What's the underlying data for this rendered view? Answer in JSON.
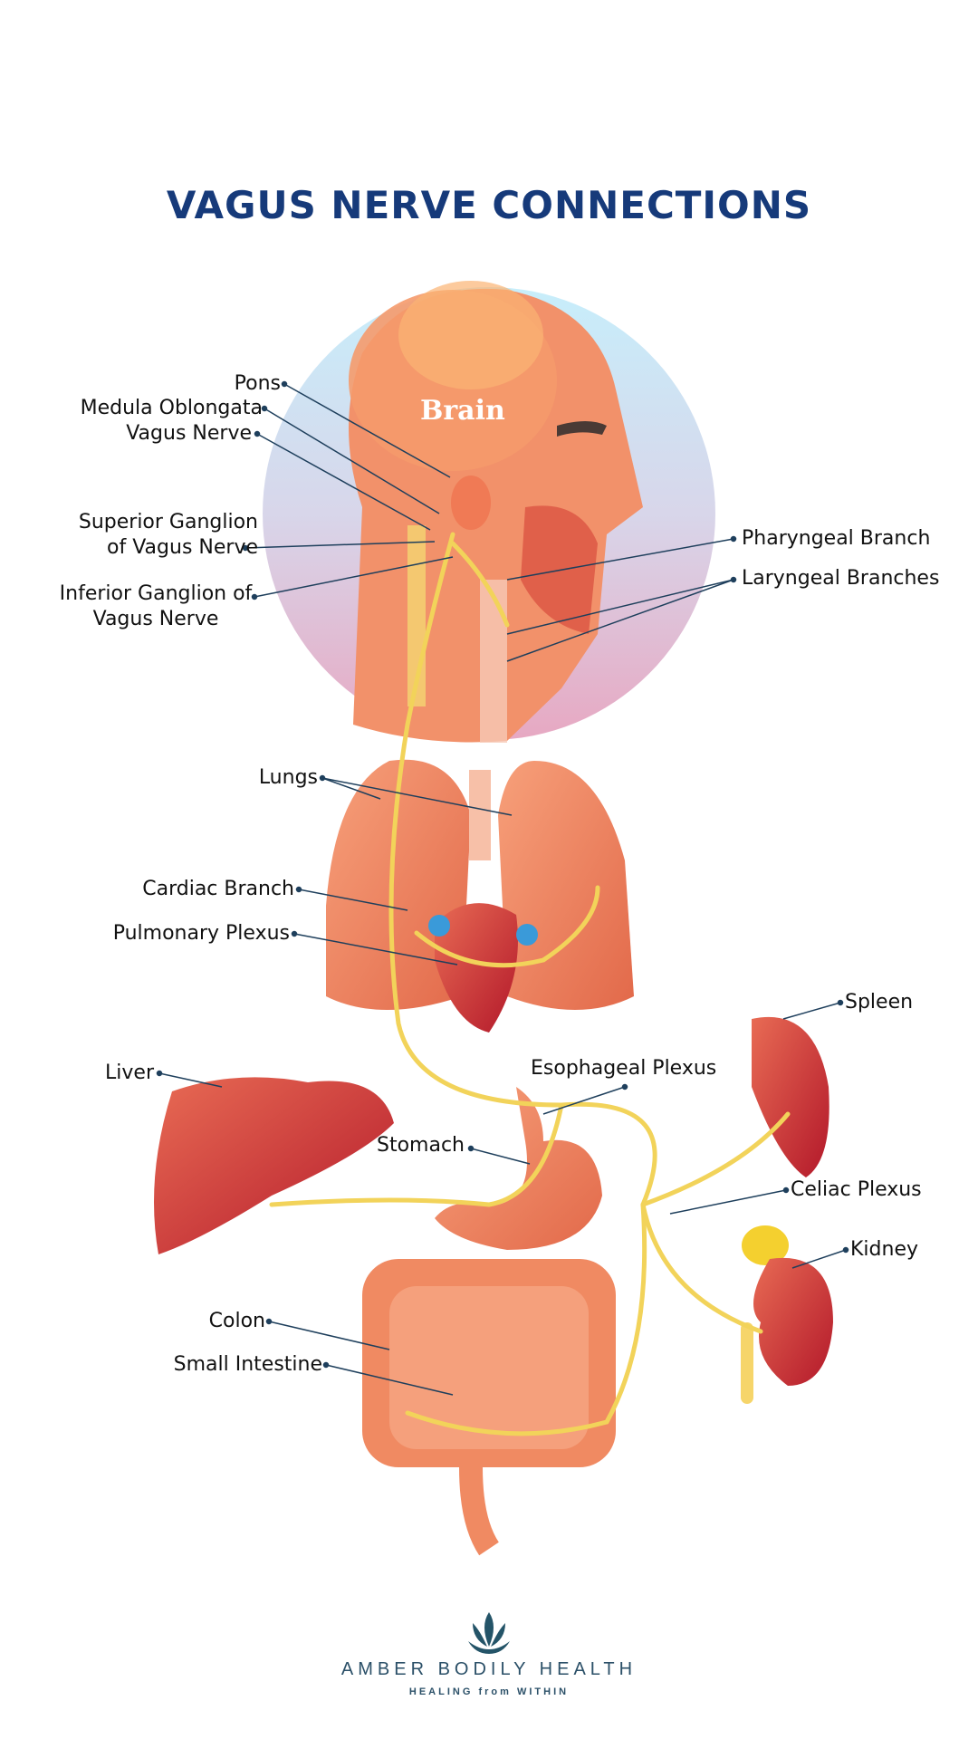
{
  "title": "VAGUS NERVE CONNECTIONS",
  "labels": {
    "brain": "Brain",
    "pons": "Pons",
    "medula": "Medula Oblongata",
    "vagus": "Vagus Nerve",
    "superior_1": "Superior Ganglion",
    "superior_2": "of Vagus Nerve",
    "inferior_1": "Inferior Ganglion of",
    "inferior_2": "Vagus Nerve",
    "pharyngeal": "Pharyngeal Branch",
    "laryngeal": "Laryngeal Branches",
    "lungs": "Lungs",
    "cardiac": "Cardiac Branch",
    "pulmonary": "Pulmonary Plexus",
    "spleen": "Spleen",
    "liver": "Liver",
    "esophageal": "Esophageal Plexus",
    "stomach": "Stomach",
    "celiac": "Celiac Plexus",
    "kidney": "Kidney",
    "colon": "Colon",
    "small_intestine": "Small Intestine"
  },
  "brand": {
    "name": "AMBER BODILY HEALTH",
    "tagline": "HEALING from WITHIN",
    "logo_icon": "lotus-hand-icon"
  },
  "colors": {
    "title": "#163a7a",
    "nerve": "#f2d35a",
    "organ": "#f08a62",
    "leader": "#1e3f5c"
  }
}
